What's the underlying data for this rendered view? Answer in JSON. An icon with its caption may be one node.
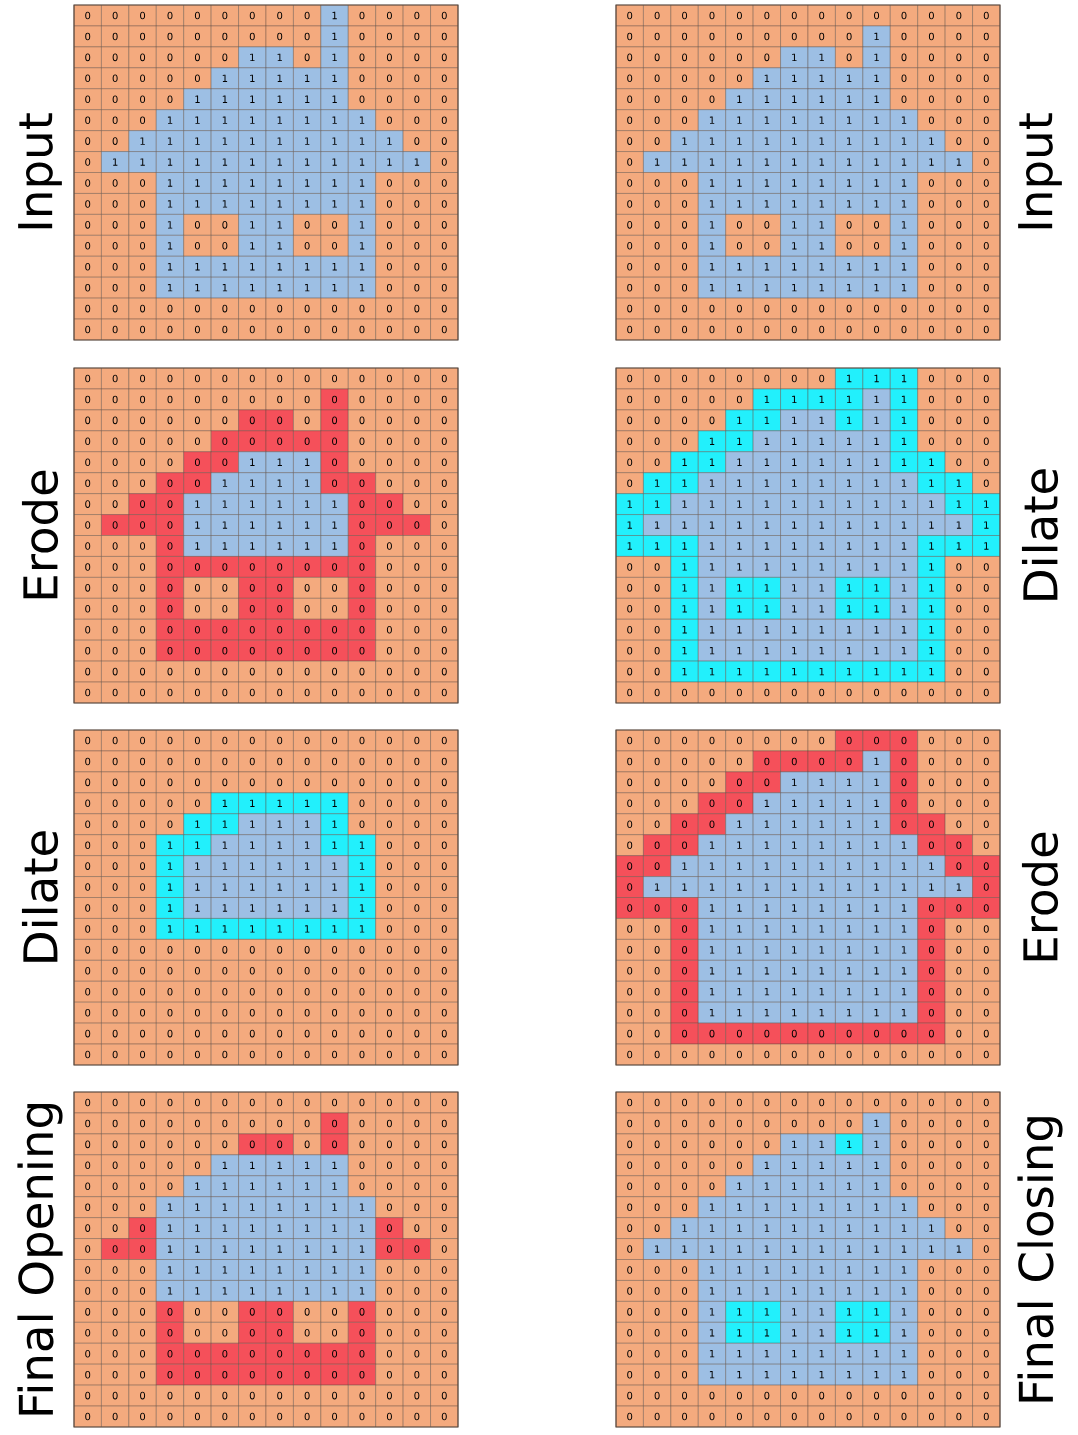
{
  "diagram": {
    "nodes": [
      {
        "text": [
          "Input"
        ]
      },
      {
        "text": [
          "Input"
        ]
      },
      {
        "text": [
          "Erode"
        ]
      },
      {
        "text": [
          "Dilate"
        ]
      },
      {
        "text": [
          "Dilate"
        ]
      },
      {
        "text": [
          "Erode"
        ]
      },
      {
        "text": [
          "Final Opening"
        ]
      },
      {
        "text": [
          "Final Closing"
        ]
      }
    ],
    "labels": [
      "0",
      "0",
      "0",
      "0",
      "0",
      "0",
      "0",
      "0",
      "0",
      "1",
      "0",
      "0",
      "0",
      "0",
      "0",
      "0",
      "0",
      "0",
      "0",
      "0",
      "0",
      "0",
      "0",
      "1",
      "0",
      "0",
      "0",
      "0",
      "0",
      "0",
      "0",
      "0",
      "0",
      "0",
      "1",
      "1",
      "0",
      "1",
      "0",
      "0",
      "0",
      "0",
      "0",
      "0",
      "0",
      "0",
      "0",
      "1",
      "1",
      "1",
      "1",
      "1",
      "0",
      "0",
      "0",
      "0",
      "0",
      "0",
      "0",
      "0",
      "1",
      "1",
      "1",
      "1",
      "1",
      "1",
      "0",
      "0",
      "0",
      "0",
      "0",
      "0",
      "0",
      "1",
      "1",
      "1",
      "1",
      "1",
      "1",
      "1",
      "1",
      "0",
      "0",
      "0",
      "0",
      "0",
      "1",
      "1",
      "1",
      "1",
      "1",
      "1",
      "1",
      "1",
      "1",
      "1",
      "0",
      "0",
      "0",
      "1",
      "1",
      "1",
      "1",
      "1",
      "1",
      "1",
      "1",
      "1",
      "1",
      "1",
      "1",
      "0",
      "0",
      "0",
      "0",
      "1",
      "1",
      "1",
      "1",
      "1",
      "1",
      "1",
      "1",
      "0",
      "0",
      "0",
      "0",
      "0",
      "0",
      "1",
      "1",
      "1",
      "1",
      "1",
      "1",
      "1",
      "1",
      "0",
      "0",
      "0",
      "0",
      "0",
      "0",
      "1",
      "0",
      "0",
      "1",
      "1",
      "0",
      "0",
      "1",
      "0",
      "0",
      "0",
      "0",
      "0",
      "0",
      "1",
      "0",
      "0",
      "1",
      "1",
      "0",
      "0",
      "1",
      "0",
      "0",
      "0",
      "0",
      "0",
      "0",
      "1",
      "1",
      "1",
      "1",
      "1",
      "1",
      "1",
      "1",
      "0",
      "0",
      "0",
      "0",
      "0",
      "0",
      "1",
      "1",
      "1",
      "1",
      "1",
      "1",
      "1",
      "1",
      "0",
      "0",
      "0",
      "0",
      "0",
      "0",
      "0",
      "0",
      "0",
      "0",
      "0",
      "0",
      "0",
      "0",
      "0",
      "0",
      "0",
      "0",
      "0",
      "0",
      "0",
      "0",
      "0",
      "0",
      "0",
      "0",
      "0",
      "0",
      "0",
      "0",
      "0",
      "0",
      "0",
      "0",
      "0",
      "0",
      "0",
      "0",
      "0",
      "0",
      "0",
      "0",
      "0",
      "0",
      "0",
      "0",
      "0",
      "0",
      "0",
      "0",
      "0",
      "0",
      "0",
      "0",
      "1",
      "0",
      "0",
      "0",
      "0",
      "0",
      "0",
      "0",
      "0",
      "0",
      "0",
      "1",
      "1",
      "0",
      "1",
      "0",
      "0",
      "0",
      "0",
      "0",
      "0",
      "0",
      "0",
      "0",
      "1",
      "1",
      "1",
      "1",
      "1",
      "0",
      "0",
      "0",
      "0",
      "0",
      "0",
      "0",
      "0",
      "1",
      "1",
      "1",
      "1",
      "1",
      "1",
      "0",
      "0",
      "0",
      "0",
      "0",
      "0",
      "0",
      "1",
      "1",
      "1",
      "1",
      "1",
      "1",
      "1",
      "1",
      "0",
      "0",
      "0",
      "0",
      "0",
      "1",
      "1",
      "1",
      "1",
      "1",
      "1",
      "1",
      "1",
      "1",
      "1",
      "0",
      "0",
      "0",
      "1",
      "1",
      "1",
      "1",
      "1",
      "1",
      "1",
      "1",
      "1",
      "1",
      "1",
      "1",
      "0",
      "0",
      "0",
      "0",
      "1",
      "1",
      "1",
      "1",
      "1",
      "1",
      "1",
      "1",
      "0",
      "0",
      "0",
      "0",
      "0",
      "0",
      "1",
      "1",
      "1",
      "1",
      "1",
      "1",
      "1",
      "1",
      "0",
      "0",
      "0",
      "0",
      "0",
      "0",
      "1",
      "0",
      "0",
      "1",
      "1",
      "0",
      "0",
      "1",
      "0",
      "0",
      "0",
      "0",
      "0",
      "0",
      "1",
      "0",
      "0",
      "1",
      "1",
      "0",
      "0",
      "1",
      "0",
      "0",
      "0",
      "0",
      "0",
      "0",
      "1",
      "1",
      "1",
      "1",
      "1",
      "1",
      "1",
      "1",
      "0",
      "0",
      "0",
      "0",
      "0",
      "0",
      "1",
      "1",
      "1",
      "1",
      "1",
      "1",
      "1",
      "1",
      "0",
      "0",
      "0",
      "0",
      "0",
      "0",
      "0",
      "0",
      "0",
      "0",
      "0",
      "0",
      "0",
      "0",
      "0",
      "0",
      "0",
      "0",
      "0",
      "0",
      "0",
      "0",
      "0",
      "0",
      "0",
      "0",
      "0",
      "0",
      "0",
      "0",
      "0",
      "0",
      "0",
      "0",
      "0",
      "0",
      "0",
      "0",
      "0",
      "0",
      "0",
      "0",
      "0",
      "0",
      "0",
      "0",
      "0",
      "0",
      "0",
      "0",
      "0",
      "0",
      "0",
      "0",
      "0",
      "0",
      "0",
      "0",
      "0",
      "0",
      "0",
      "0",
      "0",
      "0",
      "0",
      "0",
      "0",
      "0",
      "0",
      "0",
      "0",
      "0",
      "0",
      "0",
      "0",
      "0",
      "0",
      "0",
      "0",
      "0",
      "0",
      "0",
      "0",
      "0",
      "0",
      "0",
      "0",
      "0",
      "0",
      "0",
      "0",
      "0",
      "0",
      "1",
      "1",
      "1",
      "0",
      "0",
      "0",
      "0",
      "0",
      "0",
      "0",
      "0",
      "0",
      "0",
      "1",
      "1",
      "1",
      "1",
      "0",
      "0",
      "0",
      "0",
      "0",
      "0",
      "0",
      "0",
      "0",
      "1",
      "1",
      "1",
      "1",
      "1",
      "1",
      "0",
      "0",
      "0",
      "0",
      "0",
      "0",
      "0",
      "0",
      "1",
      "1",
      "1",
      "1",
      "1",
      "1",
      "0",
      "0",
      "0",
      "0",
      "0",
      "0",
      "0",
      "0",
      "1",
      "1",
      "1",
      "1",
      "1",
      "1",
      "0",
      "0",
      "0",
      "0",
      "0",
      "0",
      "0",
      "0",
      "0",
      "0",
      "0",
      "0",
      "0",
      "0",
      "0",
      "0",
      "0",
      "0",
      "0",
      "0",
      "0",
      "0",
      "0",
      "0",
      "0",
      "0",
      "0",
      "0",
      "0",
      "0",
      "0",
      "0",
      "0",
      "0",
      "0",
      "0",
      "0",
      "0",
      "0",
      "0",
      "0",
      "0",
      "0",
      "0",
      "0",
      "0",
      "0",
      "0",
      "0",
      "0",
      "0",
      "0",
      "0",
      "0",
      "0",
      "0",
      "0",
      "0",
      "0",
      "0",
      "0",
      "0",
      "0",
      "0",
      "0",
      "0",
      "0",
      "0",
      "0",
      "0",
      "0",
      "0",
      "0",
      "0",
      "0",
      "0",
      "0",
      "0",
      "0",
      "0",
      "0",
      "0",
      "0",
      "0",
      "0",
      "0",
      "0",
      "0",
      "0",
      "0",
      "0",
      "0",
      "0",
      "0",
      "0",
      "0",
      "0",
      "0",
      "0",
      "0",
      "0",
      "0",
      "0",
      "0",
      "0",
      "0",
      "0",
      "0",
      "0",
      "0",
      "1",
      "1",
      "1",
      "0",
      "0",
      "0",
      "0",
      "0",
      "0",
      "0",
      "0",
      "1",
      "1",
      "1",
      "1",
      "1",
      "1",
      "0",
      "0",
      "0",
      "0",
      "0",
      "0",
      "0",
      "1",
      "1",
      "1",
      "1",
      "1",
      "1",
      "1",
      "0",
      "0",
      "0",
      "0",
      "0",
      "0",
      "1",
      "1",
      "1",
      "1",
      "1",
      "1",
      "1",
      "1",
      "0",
      "0",
      "0",
      "0",
      "0",
      "1",
      "1",
      "1",
      "1",
      "1",
      "1",
      "1",
      "1",
      "1",
      "1",
      "0",
      "0",
      "0",
      "1",
      "1",
      "1",
      "1",
      "1",
      "1",
      "1",
      "1",
      "1",
      "1",
      "1",
      "1",
      "0",
      "1",
      "1",
      "1",
      "1",
      "1",
      "1",
      "1",
      "1",
      "1",
      "1",
      "1",
      "1",
      "1",
      "1",
      "1",
      "1",
      "1",
      "1",
      "1",
      "1",
      "1",
      "1",
      "1",
      "1",
      "1",
      "1",
      "1",
      "1",
      "1",
      "1",
      "1",
      "1",
      "1",
      "1",
      "1",
      "1",
      "1",
      "1",
      "1",
      "1",
      "1",
      "1",
      "0",
      "0",
      "1",
      "1",
      "1",
      "1",
      "1",
      "1",
      "1",
      "1",
      "1",
      "1",
      "0",
      "0",
      "0",
      "0",
      "1",
      "1",
      "1",
      "1",
      "1",
      "1",
      "1",
      "1",
      "1",
      "1",
      "0",
      "0",
      "0",
      "0",
      "1",
      "1",
      "1",
      "1",
      "1",
      "1",
      "1",
      "1",
      "1",
      "1",
      "0",
      "0",
      "0",
      "0",
      "1",
      "1",
      "1",
      "1",
      "1",
      "1",
      "1",
      "1",
      "1",
      "1",
      "0",
      "0",
      "0",
      "0",
      "1",
      "1",
      "1",
      "1",
      "1",
      "1",
      "1",
      "1",
      "1",
      "1",
      "0",
      "0",
      "0",
      "0",
      "1",
      "1",
      "1",
      "1",
      "1",
      "1",
      "1",
      "1",
      "1",
      "1",
      "0",
      "0",
      "0",
      "0",
      "0",
      "0",
      "0",
      "0",
      "0",
      "0",
      "0",
      "0",
      "0",
      "0",
      "0",
      "0",
      "0",
      "0",
      "0",
      "0",
      "0",
      "0",
      "0",
      "0",
      "0",
      "0",
      "0",
      "0",
      "0",
      "0",
      "0",
      "0",
      "0",
      "0",
      "0",
      "0",
      "0",
      "0",
      "0",
      "0",
      "0",
      "0",
      "0",
      "0",
      "0",
      "0",
      "0",
      "0",
      "0",
      "0",
      "0",
      "0",
      "0",
      "0",
      "0",
      "0",
      "0",
      "0",
      "0",
      "0",
      "0",
      "0",
      "0",
      "1",
      "1",
      "1",
      "1",
      "1",
      "0",
      "0",
      "0",
      "0",
      "0",
      "0",
      "0",
      "0",
      "1",
      "1",
      "1",
      "1",
      "1",
      "1",
      "0",
      "0",
      "0",
      "0",
      "0",
      "0",
      "0",
      "1",
      "1",
      "1",
      "1",
      "1",
      "1",
      "1",
      "1",
      "0",
      "0",
      "0",
      "0",
      "0",
      "0",
      "1",
      "1",
      "1",
      "1",
      "1",
      "1",
      "1",
      "1",
      "0",
      "0",
      "0",
      "0",
      "0",
      "0",
      "1",
      "1",
      "1",
      "1",
      "1",
      "1",
      "1",
      "1",
      "0",
      "0",
      "0",
      "0",
      "0",
      "0",
      "1",
      "1",
      "1",
      "1",
      "1",
      "1",
      "1",
      "1",
      "0",
      "0",
      "0",
      "0",
      "0",
      "0",
      "1",
      "1",
      "1",
      "1",
      "1",
      "1",
      "1",
      "1",
      "0",
      "0",
      "0",
      "0",
      "0",
      "0",
      "0",
      "0",
      "0",
      "0",
      "0",
      "0",
      "0",
      "0",
      "0",
      "0",
      "0",
      "0",
      "0",
      "0",
      "0",
      "0",
      "0",
      "0",
      "0",
      "0",
      "0",
      "0",
      "0",
      "0",
      "0",
      "0",
      "0",
      "0",
      "0",
      "0",
      "0",
      "0",
      "0",
      "0",
      "0",
      "0",
      "0",
      "0",
      "0",
      "0",
      "0",
      "0",
      "0",
      "0",
      "0",
      "0",
      "0",
      "0",
      "0",
      "0",
      "0",
      "0",
      "0",
      "0",
      "0",
      "0",
      "0",
      "0",
      "0",
      "0",
      "0",
      "0",
      "0",
      "0",
      "0",
      "0",
      "0",
      "0",
      "0",
      "0",
      "0",
      "0",
      "0",
      "0",
      "0",
      "0",
      "0",
      "0",
      "0",
      "0",
      "0",
      "0",
      "0",
      "0",
      "0",
      "0",
      "0",
      "0",
      "0",
      "0",
      "0",
      "0",
      "0",
      "0",
      "0",
      "0",
      "0",
      "0",
      "0",
      "0",
      "0",
      "0",
      "0",
      "0",
      "1",
      "0",
      "0",
      "0",
      "0",
      "0",
      "0",
      "0",
      "0",
      "0",
      "0",
      "1",
      "1",
      "1",
      "1",
      "0",
      "0",
      "0",
      "0",
      "0",
      "0",
      "0",
      "0",
      "0",
      "1",
      "1",
      "1",
      "1",
      "1",
      "0",
      "0",
      "0",
      "0",
      "0",
      "0",
      "0",
      "0",
      "1",
      "1",
      "1",
      "1",
      "1",
      "1",
      "0",
      "0",
      "0",
      "0",
      "0",
      "0",
      "0",
      "1",
      "1",
      "1",
      "1",
      "1",
      "1",
      "1",
      "1",
      "0",
      "0",
      "0",
      "0",
      "0",
      "1",
      "1",
      "1",
      "1",
      "1",
      "1",
      "1",
      "1",
      "1",
      "1",
      "0",
      "0",
      "0",
      "1",
      "1",
      "1",
      "1",
      "1",
      "1",
      "1",
      "1",
      "1",
      "1",
      "1",
      "1",
      "0",
      "0",
      "0",
      "0",
      "1",
      "1",
      "1",
      "1",
      "1",
      "1",
      "1",
      "1",
      "0",
      "0",
      "0",
      "0",
      "0",
      "0",
      "1",
      "1",
      "1",
      "1",
      "1",
      "1",
      "1",
      "1",
      "0",
      "0",
      "0",
      "0",
      "0",
      "0",
      "1",
      "1",
      "1",
      "1",
      "1",
      "1",
      "1",
      "1",
      "0",
      "0",
      "0",
      "0",
      "0",
      "0",
      "1",
      "1",
      "1",
      "1",
      "1",
      "1",
      "1",
      "1",
      "0",
      "0",
      "0",
      "0",
      "0",
      "0",
      "1",
      "1",
      "1",
      "1",
      "1",
      "1",
      "1",
      "1",
      "0",
      "0",
      "0",
      "0",
      "0",
      "0",
      "1",
      "1",
      "1",
      "1",
      "1",
      "1",
      "1",
      "1",
      "0",
      "0",
      "0",
      "0",
      "0",
      "0",
      "0",
      "0",
      "0",
      "0",
      "0",
      "0",
      "0",
      "0",
      "0",
      "0",
      "0",
      "0",
      "0",
      "0",
      "0",
      "0",
      "0",
      "0",
      "0",
      "0",
      "0",
      "0",
      "0",
      "0",
      "0",
      "0",
      "0",
      "0",
      "0",
      "0",
      "0",
      "0",
      "0",
      "0",
      "0",
      "0",
      "0",
      "0",
      "0",
      "0",
      "0",
      "0",
      "0",
      "0",
      "0",
      "0",
      "0",
      "0",
      "0",
      "0",
      "0",
      "0",
      "0",
      "0",
      "0",
      "0",
      "0",
      "0",
      "0",
      "0",
      "0",
      "0",
      "0",
      "0",
      "0",
      "0",
      "0",
      "0",
      "0",
      "0",
      "0",
      "0",
      "1",
      "1",
      "1",
      "1",
      "1",
      "0",
      "0",
      "0",
      "0",
      "0",
      "0",
      "0",
      "0",
      "1",
      "1",
      "1",
      "1",
      "1",
      "1",
      "0",
      "0",
      "0",
      "0",
      "0",
      "0",
      "0",
      "1",
      "1",
      "1",
      "1",
      "1",
      "1",
      "1",
      "1",
      "0",
      "0",
      "0",
      "0",
      "0",
      "0",
      "1",
      "1",
      "1",
      "1",
      "1",
      "1",
      "1",
      "1",
      "0",
      "0",
      "0",
      "0",
      "0",
      "0",
      "1",
      "1",
      "1",
      "1",
      "1",
      "1",
      "1",
      "1",
      "0",
      "0",
      "0",
      "0",
      "0",
      "0",
      "1",
      "1",
      "1",
      "1",
      "1",
      "1",
      "1",
      "1",
      "0",
      "0",
      "0",
      "0",
      "0",
      "0",
      "1",
      "1",
      "1",
      "1",
      "1",
      "1",
      "1",
      "1",
      "0",
      "0",
      "0",
      "0",
      "0",
      "0",
      "0",
      "0",
      "0",
      "0",
      "0",
      "0",
      "0",
      "0",
      "0",
      "0",
      "0",
      "0",
      "0",
      "0",
      "0",
      "0",
      "0",
      "0",
      "0",
      "0",
      "0",
      "0",
      "0",
      "0",
      "0",
      "0",
      "0",
      "0",
      "0",
      "0",
      "0",
      "0",
      "0",
      "0",
      "0",
      "0",
      "0",
      "0",
      "0",
      "0",
      "0",
      "0",
      "0",
      "0",
      "0",
      "0",
      "0",
      "0",
      "0",
      "0",
      "0",
      "0",
      "0",
      "0",
      "0",
      "0",
      "0",
      "0",
      "0",
      "0",
      "0",
      "0",
      "0",
      "0",
      "0",
      "0",
      "0",
      "0",
      "0",
      "0",
      "0",
      "0",
      "0",
      "0",
      "0",
      "0",
      "0",
      "0",
      "0",
      "0",
      "0",
      "0",
      "0",
      "0",
      "0",
      "0",
      "0",
      "0",
      "0",
      "0",
      "0",
      "0",
      "0",
      "0",
      "0",
      "0",
      "0",
      "0",
      "0",
      "0",
      "0",
      "0",
      "0",
      "0",
      "1",
      "0",
      "0",
      "0",
      "0",
      "0",
      "0",
      "0",
      "0",
      "0",
      "0",
      "1",
      "1",
      "1",
      "1",
      "0",
      "0",
      "0",
      "0",
      "0",
      "0",
      "0",
      "0",
      "0",
      "1",
      "1",
      "1",
      "1",
      "1",
      "0",
      "0",
      "0",
      "0",
      "0",
      "0",
      "0",
      "0",
      "1",
      "1",
      "1",
      "1",
      "1",
      "1",
      "0",
      "0",
      "0",
      "0",
      "0",
      "0",
      "0",
      "1",
      "1",
      "1",
      "1",
      "1",
      "1",
      "1",
      "1",
      "0",
      "0",
      "0",
      "0",
      "0",
      "1",
      "1",
      "1",
      "1",
      "1",
      "1",
      "1",
      "1",
      "1",
      "1",
      "0",
      "0",
      "0",
      "1",
      "1",
      "1",
      "1",
      "1",
      "1",
      "1",
      "1",
      "1",
      "1",
      "1",
      "1",
      "0",
      "0",
      "0",
      "0",
      "1",
      "1",
      "1",
      "1",
      "1",
      "1",
      "1",
      "1",
      "0",
      "0",
      "0",
      "0",
      "0",
      "0",
      "1",
      "1",
      "1",
      "1",
      "1",
      "1",
      "1",
      "1",
      "0",
      "0",
      "0",
      "0",
      "0",
      "0",
      "1",
      "1",
      "1",
      "1",
      "1",
      "1",
      "1",
      "1",
      "0",
      "0",
      "0",
      "0",
      "0",
      "0",
      "1",
      "1",
      "1",
      "1",
      "1",
      "1",
      "1",
      "1",
      "0",
      "0",
      "0",
      "0",
      "0",
      "0",
      "1",
      "1",
      "1",
      "1",
      "1",
      "1",
      "1",
      "1",
      "0",
      "0",
      "0",
      "0",
      "0",
      "0",
      "1",
      "1",
      "1",
      "1",
      "1",
      "1",
      "1",
      "1",
      "0",
      "0",
      "0",
      "0",
      "0",
      "0",
      "0",
      "0",
      "0",
      "0",
      "0",
      "0",
      "0",
      "0",
      "0",
      "0",
      "0",
      "0",
      "0",
      "0",
      "0",
      "0",
      "0",
      "0",
      "0",
      "0",
      "0",
      "0",
      "0",
      "0",
      "0"
    ]
  }
}
